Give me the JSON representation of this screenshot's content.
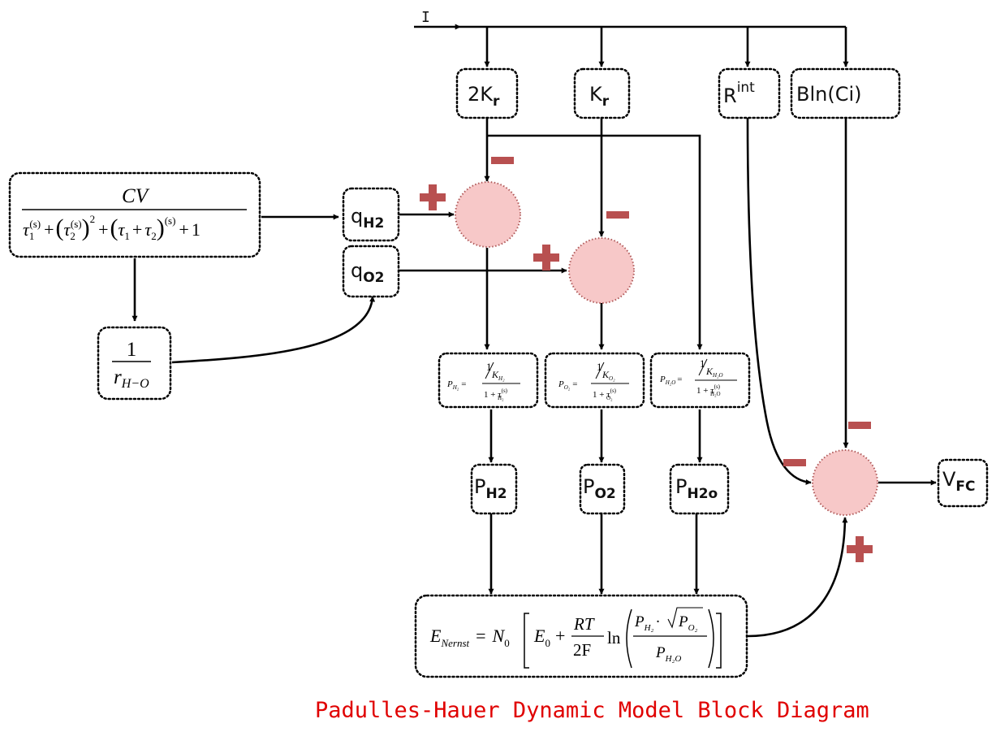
{
  "title": "Padulles-Hauer Dynamic Model Block Diagram",
  "input_label": "I",
  "blocks": {
    "k2r": {
      "main": "2K",
      "sub": "r"
    },
    "kr": {
      "main": "K",
      "sub": "r"
    },
    "rint": {
      "main": "R",
      "sup": "int"
    },
    "bln": {
      "label": "Bln(Ci)"
    },
    "qh2": {
      "main": "q",
      "sub": "H2"
    },
    "qo2": {
      "main": "q",
      "sub": "O2"
    },
    "ph2": {
      "main": "P",
      "sub": "H2"
    },
    "po2": {
      "main": "P",
      "sub": "O2"
    },
    "ph2o": {
      "main": "P",
      "sub": "H2o"
    },
    "vfc": {
      "main": "V",
      "sub": "FC"
    }
  },
  "transfer": {
    "numerator": "CV",
    "den_tau1": "τ",
    "den_sub1": "1",
    "den_sup": "(s)",
    "den_plus": "+",
    "den_tau2": "τ",
    "den_sub2": "2",
    "den_exp2": "2",
    "den_sum_a": "τ",
    "den_sum_b": "τ",
    "den_one": "1"
  },
  "ratio_block": {
    "numerator": "1",
    "denominator": "r",
    "sub": "H−O"
  },
  "pressure_blocks": {
    "h2": {
      "lhs": "P",
      "lhs_sub": "H₂",
      "num": "1",
      "k": "K",
      "k_sub": "H₂",
      "den": "1 + τ",
      "den_sup": "(s)",
      "den_sub": "H₂"
    },
    "o2": {
      "lhs": "P",
      "lhs_sub": "O₂",
      "num": "1",
      "k": "K",
      "k_sub": "O₂",
      "den": "1 + τ",
      "den_sup": "(s)",
      "den_sub": "O₂"
    },
    "h2o": {
      "lhs": "P",
      "lhs_sub": "H₂O",
      "num": "1",
      "k": "K",
      "k_sub": "H₂O",
      "den": "1 + τ",
      "den_sup": "(s)",
      "den_sub": "H₂O"
    }
  },
  "nernst": {
    "lhs": "E",
    "lhs_sub": "Nernst",
    "eq": "=",
    "n0": "N",
    "n0_sub": "0",
    "e0": "E",
    "e0_sub": "0",
    "plus": "+",
    "rt": "RT",
    "two_f": "2F",
    "ln": "ln",
    "ph2": "P",
    "ph2_sub": "H₂",
    "dot": "·",
    "po2": "P",
    "po2_sub": "O₂",
    "ph2o": "P",
    "ph2o_sub": "H₂O"
  },
  "signs": {
    "plus": "+",
    "minus": "−"
  },
  "colors": {
    "summer_fill": "#f7c8c8",
    "sign": "#b85050",
    "title": "#e00000"
  }
}
